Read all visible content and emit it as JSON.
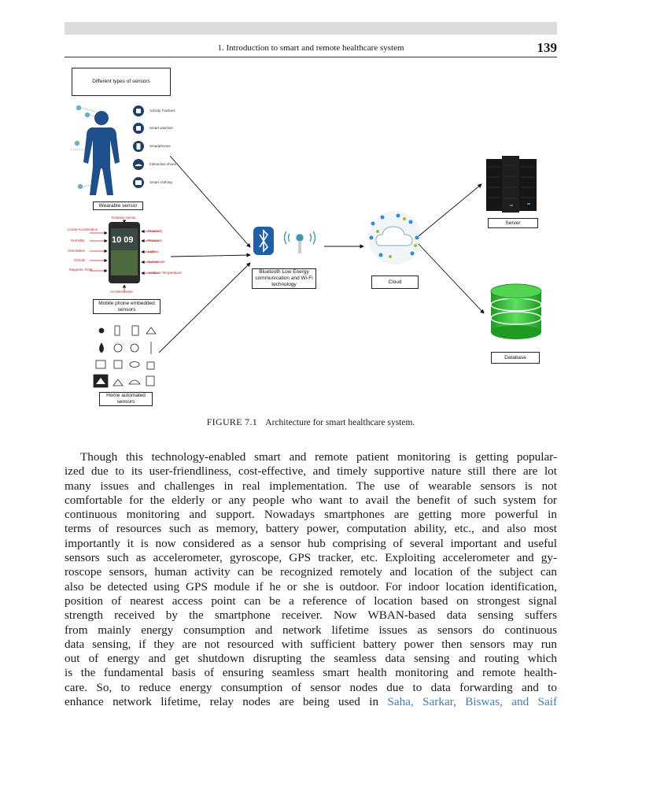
{
  "header": {
    "running_title": "1. Introduction to smart and remote healthcare system",
    "page_number": "139"
  },
  "figure": {
    "labels": {
      "different_types": "Different types of sensors",
      "wearable": "Wearable sensor",
      "mobile": "Mobile phone embedded sensors",
      "home": "Home automated sensors",
      "bluetooth": "Bluetooth Low Energy communication and Wi-Fi technology",
      "cloud": "Cloud",
      "server": "Server",
      "database": "Database",
      "phone_clock": "10 09"
    },
    "wearable_items": [
      "Activity Trackers",
      "Smart watches",
      "Smartphones",
      "Interactive shoes",
      "Smart clothing"
    ],
    "phone_sensors_left": [
      "Linear Acceleration",
      "Humidity",
      "Orientation",
      "Gravity",
      "Magnetic Field"
    ],
    "phone_sensors_right": [
      "Proximity",
      "Pressure",
      "Light",
      "Gyroscope",
      "Ambient Temperature"
    ],
    "phone_sensor_top": "Rotation Vector",
    "phone_sensor_bottom": "Accelerometer",
    "colors": {
      "body": "#1d4f8c",
      "database": "#35c23a",
      "server": "#161616",
      "cite_link": "#3a7fbd",
      "sensor_label": "#c0282c"
    },
    "icons": [
      "human-body-icon",
      "bluetooth-icon",
      "wifi-router-icon",
      "cloud-network-icon",
      "server-rack-icon",
      "database-cylinder-icon",
      "smartphone-icon",
      "home-sensor-grid-icon"
    ]
  },
  "caption": {
    "label": "FIGURE 7.1",
    "text": "Architecture for smart healthcare system."
  },
  "body": {
    "lines": [
      "Though this technology-enabled smart and remote patient monitoring is getting popular-",
      "ized due to its user-friendliness, cost-effective, and timely supportive nature still there are lot",
      "many issues and challenges in real implementation. The use of wearable sensors is not",
      "comfortable for the elderly or any people who want to avail the benefit of such system for",
      "continuous monitoring and support. Nowadays smartphones are getting more powerful in",
      "terms of resources such as memory, battery power, computation ability, etc., and also most",
      "importantly it is now considered as a sensor hub comprising of several important and useful",
      "sensors such as accelerometer, gyroscope, GPS tracker, etc. Exploiting accelerometer and gy-",
      "roscope sensors, human activity can be recognized remotely and location of the subject can",
      "also be detected using GPS module if he or she is outdoor. For indoor location identification,",
      "position of nearest access point can be a reference of location based on strongest signal",
      "strength received by the smartphone receiver. Now WBAN-based data sensing suffers",
      "from mainly energy consumption and network lifetime issues as sensors do continuous",
      "data sensing, if they are not resourced with sufficient battery power then sensors may run",
      "out of energy and get shutdown disrupting the seamless data sensing and routing which",
      "is the fundamental basis of ensuring seamless smart health monitoring and remote health-",
      "care. So, to reduce energy consumption of sensor nodes due to data forwarding and to"
    ],
    "last_line_text": "enhance network lifetime, relay nodes are being used in",
    "last_line_cite": "Saha, Sarkar, Biswas, and Saif"
  }
}
